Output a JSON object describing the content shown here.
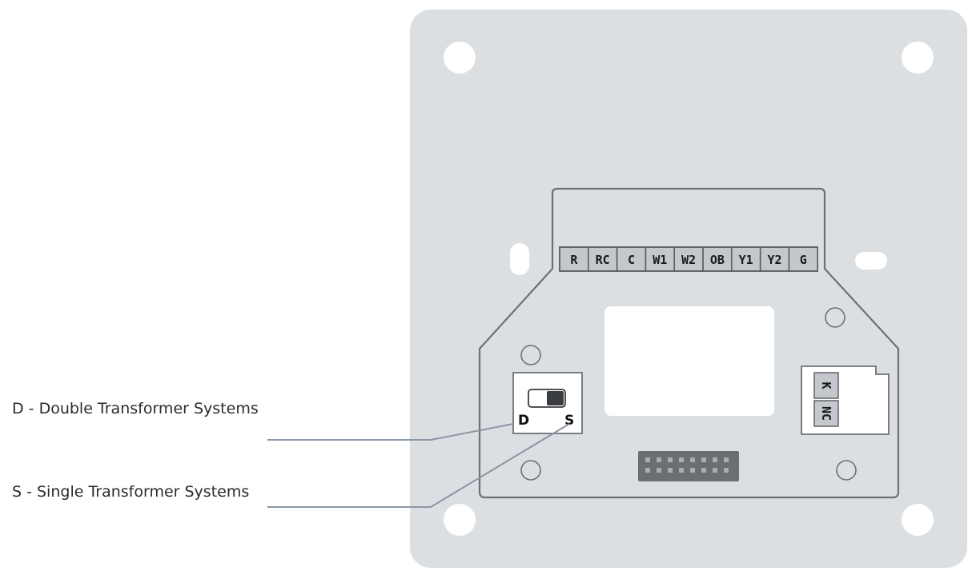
{
  "callouts": {
    "double": "D - Double Transformer Systems",
    "single": "S - Single Transformer Systems"
  },
  "terminals": [
    "R",
    "RC",
    "C",
    "W1",
    "W2",
    "OB",
    "Y1",
    "Y2",
    "G"
  ],
  "side_terminals": [
    "K",
    "NC"
  ],
  "switch": {
    "left_label": "D",
    "right_label": "S"
  },
  "colors": {
    "plate": "#dcdfe2",
    "outline": "#6d7075",
    "terminal_fill": "#c4c8cc",
    "leader_line": "#8a97a6",
    "connector": "#6b6e73"
  }
}
